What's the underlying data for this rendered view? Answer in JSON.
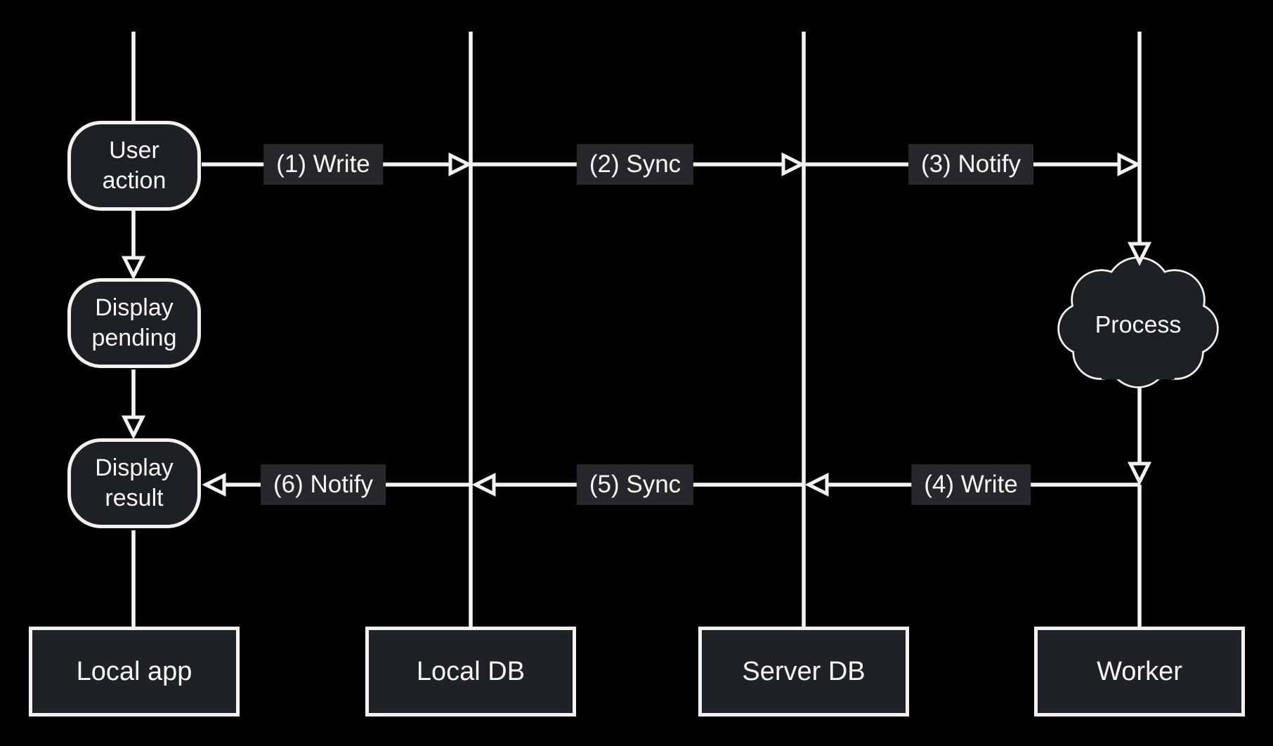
{
  "diagram": {
    "type": "sequence-flow",
    "background": "#000000",
    "colors": {
      "node_fill": "#1d2125",
      "chip_fill": "#26272b",
      "lane_fill": "#1e2126",
      "stroke": "#f2f2f3",
      "text": "#f7f7f8"
    },
    "lanes": [
      {
        "id": "local-app",
        "label": "Local app"
      },
      {
        "id": "local-db",
        "label": "Local DB"
      },
      {
        "id": "server-db",
        "label": "Server DB"
      },
      {
        "id": "worker",
        "label": "Worker"
      }
    ],
    "nodes": [
      {
        "id": "user-action",
        "label": "User action",
        "shape": "rounded",
        "lane": "Local app"
      },
      {
        "id": "display-pending",
        "label": "Display pending",
        "shape": "rounded",
        "lane": "Local app"
      },
      {
        "id": "display-result",
        "label": "Display result",
        "shape": "rounded",
        "lane": "Local app"
      },
      {
        "id": "process",
        "label": "Process",
        "shape": "cloud",
        "lane": "Worker"
      }
    ],
    "messages": [
      {
        "id": "msg-1",
        "label": "(1) Write",
        "from": "User action",
        "to": "Local DB",
        "direction": "right"
      },
      {
        "id": "msg-2",
        "label": "(2) Sync",
        "from": "Local DB",
        "to": "Server DB",
        "direction": "right"
      },
      {
        "id": "msg-3",
        "label": "(3) Notify",
        "from": "Server DB",
        "to": "Worker",
        "direction": "right"
      },
      {
        "id": "msg-4",
        "label": "(4) Write",
        "from": "Worker",
        "to": "Server DB",
        "direction": "left"
      },
      {
        "id": "msg-5",
        "label": "(5) Sync",
        "from": "Server DB",
        "to": "Local DB",
        "direction": "left"
      },
      {
        "id": "msg-6",
        "label": "(6) Notify",
        "from": "Local DB",
        "to": "Display result",
        "direction": "left"
      }
    ],
    "flow_arrows": [
      {
        "id": "flow-1",
        "from": "User action",
        "to": "Display pending",
        "direction": "down"
      },
      {
        "id": "flow-2",
        "from": "Display pending",
        "to": "Display result",
        "direction": "down"
      },
      {
        "id": "flow-3",
        "from": "Worker lifeline",
        "to": "Process",
        "direction": "down"
      },
      {
        "id": "flow-4",
        "from": "Process",
        "to": "(4) Write",
        "direction": "down"
      }
    ]
  }
}
